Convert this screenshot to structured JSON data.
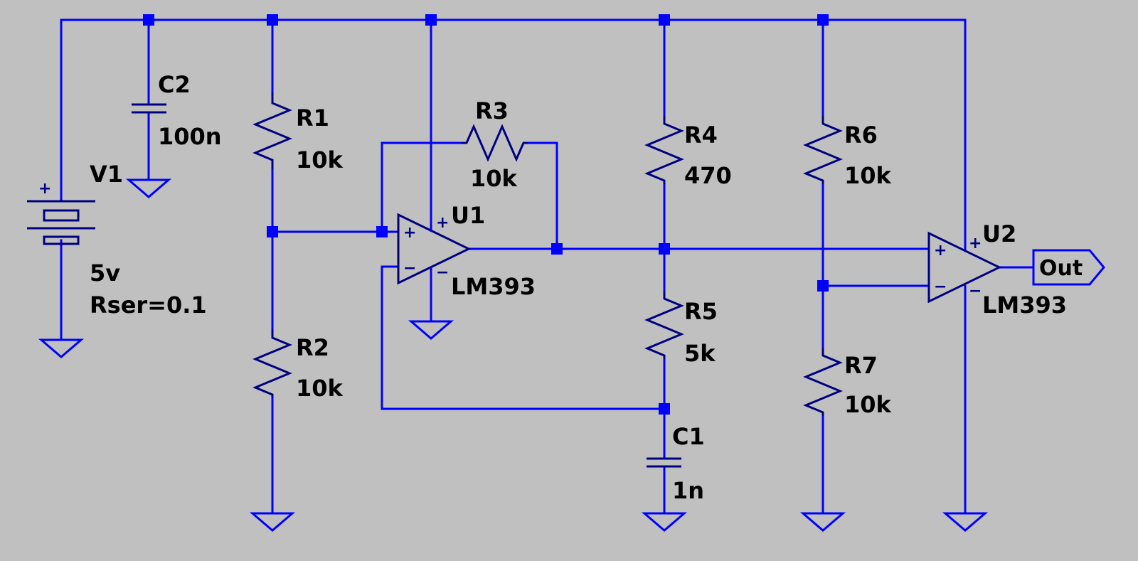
{
  "schematic": {
    "components": {
      "v1": {
        "ref": "V1",
        "value": "5v",
        "param": "Rser=0.1"
      },
      "c2": {
        "ref": "C2",
        "value": "100n"
      },
      "r1": {
        "ref": "R1",
        "value": "10k"
      },
      "r2": {
        "ref": "R2",
        "value": "10k"
      },
      "r3": {
        "ref": "R3",
        "value": "10k"
      },
      "u1": {
        "ref": "U1",
        "value": "LM393"
      },
      "r4": {
        "ref": "R4",
        "value": "470"
      },
      "r5": {
        "ref": "R5",
        "value": "5k"
      },
      "c1": {
        "ref": "C1",
        "value": "1n"
      },
      "r6": {
        "ref": "R6",
        "value": "10k"
      },
      "r7": {
        "ref": "R7",
        "value": "10k"
      },
      "u2": {
        "ref": "U2",
        "value": "LM393"
      }
    },
    "net_labels": {
      "out": "Out"
    },
    "pin_signs": {
      "plus": "+",
      "minus": "−"
    },
    "colors": {
      "background": "#c0c0c0",
      "wire": "#0000ff",
      "symbol": "#000080",
      "text": "#000000"
    }
  }
}
